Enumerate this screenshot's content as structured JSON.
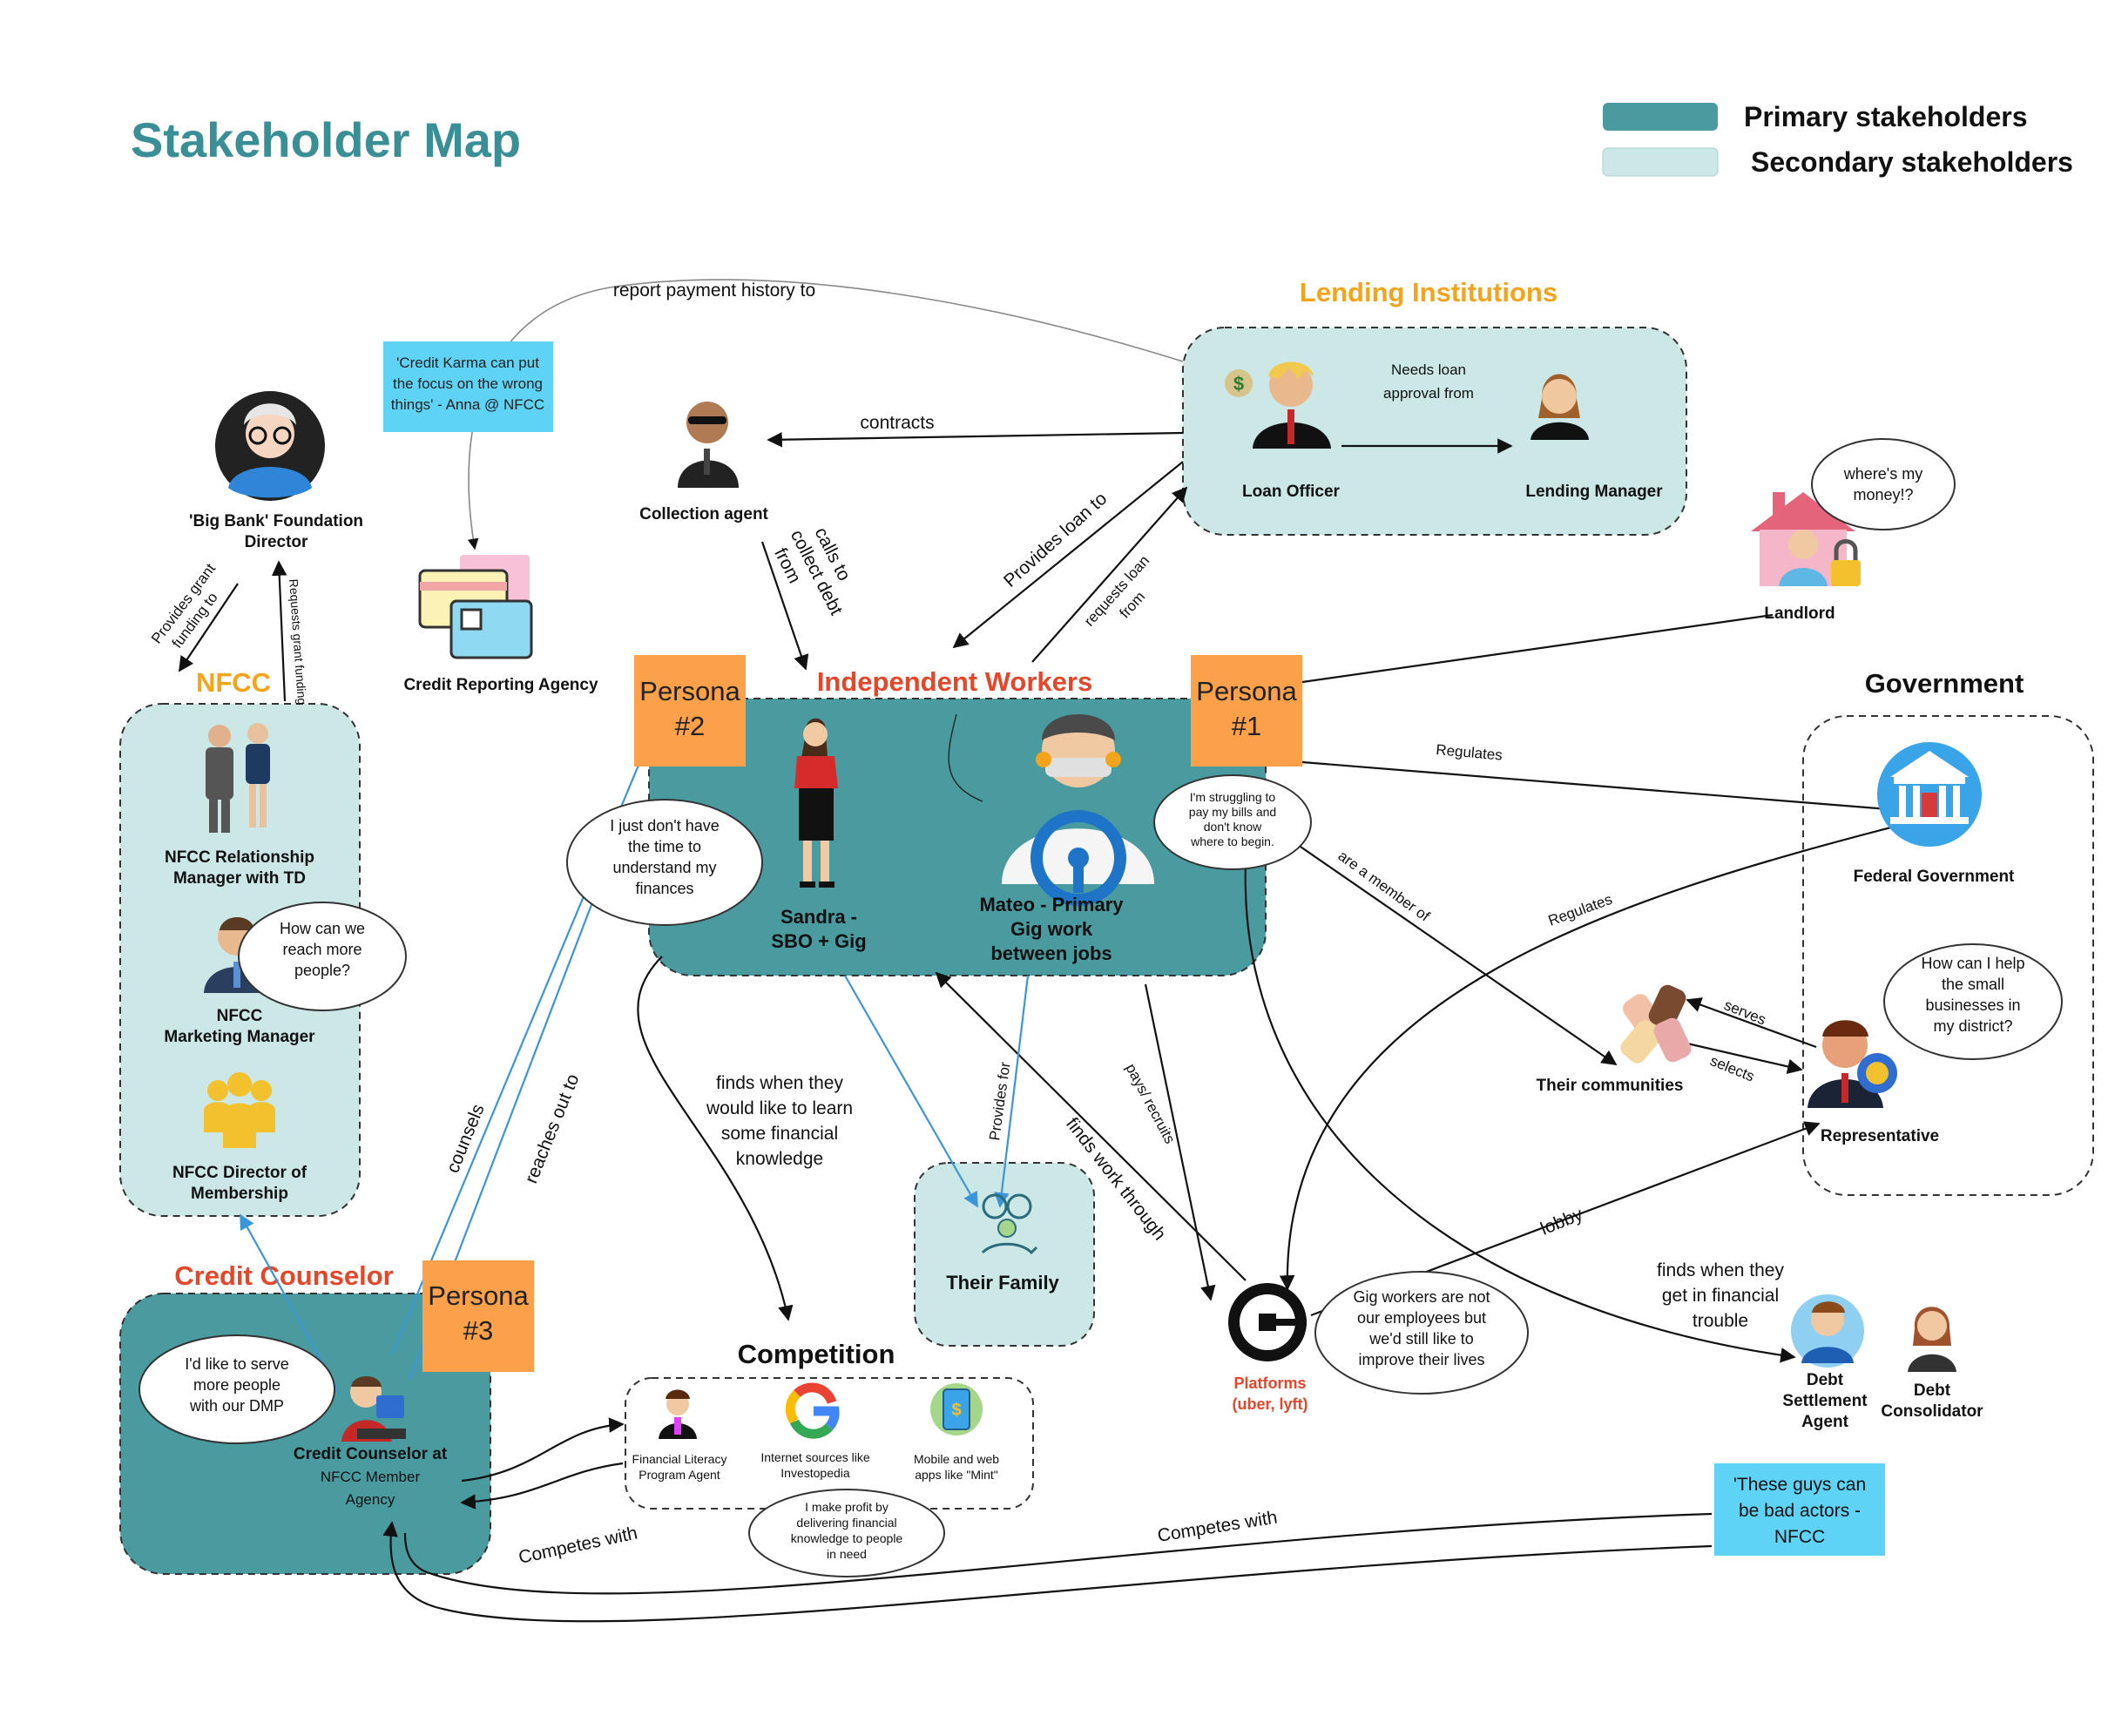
{
  "title": "Stakeholder Map",
  "legend": {
    "primary": {
      "label": "Primary stakeholders",
      "color": "#4a9ba0"
    },
    "secondary": {
      "label": "Secondary stakeholders",
      "color": "#cbe7e6"
    }
  },
  "groups": {
    "lending": "Lending Institutions",
    "workers": "Independent Workers",
    "government": "Government",
    "nfcc": "NFCC",
    "counselor": "Credit Counselor",
    "competition": "Competition"
  },
  "personas": {
    "p1": [
      "Persona",
      "#1"
    ],
    "p2": [
      "Persona",
      "#2"
    ],
    "p3": [
      "Persona",
      "#3"
    ]
  },
  "nodes": {
    "loan_officer": "Loan Officer",
    "lending_manager": "Lending Manager",
    "collection_agent": "Collection agent",
    "credit_reporting": "Credit Reporting Agency",
    "foundation_director": [
      "'Big Bank' Foundation",
      "Director"
    ],
    "nfcc_rel_mgr": [
      "NFCC Relationship",
      "Manager with TD"
    ],
    "nfcc_mkt_mgr": [
      "NFCC",
      "Marketing Manager"
    ],
    "nfcc_dir": [
      "NFCC Director of",
      "Membership"
    ],
    "sandra": [
      "Sandra -",
      "SBO + Gig"
    ],
    "mateo": [
      "Mateo - Primary",
      "Gig work",
      "between jobs"
    ],
    "landlord": "Landlord",
    "federal_gov": "Federal Government",
    "representative": "Representative",
    "communities": "Their communities",
    "family": "Their Family",
    "platforms": [
      "Platforms",
      "(uber, lyft)"
    ],
    "debt_agent": [
      "Debt",
      "Settlement",
      "Agent"
    ],
    "debt_consolidator": [
      "Debt",
      "Consolidator"
    ],
    "credit_counselor": [
      "Credit Counselor at",
      "NFCC Member",
      "Agency"
    ],
    "comp_fin_lit": [
      "Financial Literacy",
      "Program Agent"
    ],
    "comp_internet": [
      "Internet sources like",
      "Investopedia"
    ],
    "comp_mobile": [
      "Mobile and web",
      "apps like \"Mint\""
    ]
  },
  "edges": {
    "report_history": "report payment history to",
    "contracts": "contracts",
    "needs_approval": [
      "Needs loan",
      "approval from"
    ],
    "calls_collect": [
      "calls to",
      "collect debt",
      "from"
    ],
    "provides_loan": "Provides loan to",
    "requests_loan": [
      "requests loan",
      "from"
    ],
    "provides_grant": [
      "Provides grant",
      "funding to"
    ],
    "requests_grant": "Requests grant funding",
    "regulates1": "Regulates",
    "regulates2": "Regulates",
    "member_of": "are a member of",
    "serves": "serves",
    "selects": "selects",
    "lobby": "lobby",
    "finds_learn": [
      "finds when they",
      "would like to learn",
      "some financial",
      "knowledge"
    ],
    "provides_for": "Provides for",
    "pays_recruits": "pays/ recruits",
    "finds_work": "finds work through",
    "finds_trouble": [
      "finds when they",
      "get in financial",
      "trouble"
    ],
    "counsels": "counsels",
    "reaches_out": "reaches out to",
    "competes1": "Competes with",
    "competes2": "Competes with"
  },
  "clouds": {
    "nfcc_mkt": [
      "How can we",
      "reach more",
      "people?"
    ],
    "sandra": [
      "I just don't have",
      "the time to",
      "understand my",
      "finances"
    ],
    "mateo": [
      "I'm struggling to",
      "pay my bills and",
      "don't know",
      "where to begin."
    ],
    "landlord": [
      "where's my",
      "money!?"
    ],
    "representative": [
      "How can I help",
      "the small",
      "businesses in",
      "my district?"
    ],
    "platforms": [
      "Gig workers are not",
      "our employees but",
      "we'd still like to",
      "improve their lives"
    ],
    "counselor": [
      "I'd like to serve",
      "more people",
      "with our DMP"
    ],
    "competition": [
      "I make profit by",
      "delivering financial",
      "knowledge to people",
      "in need"
    ]
  },
  "notes": {
    "credit_karma": [
      "'Credit Karma can put",
      "the focus on the wrong",
      "things' - Anna @ NFCC"
    ],
    "bad_actors": [
      "'These guys can",
      "be bad actors -",
      "NFCC"
    ]
  },
  "colors": {
    "primary_fill": "#4a9ba0",
    "secondary_fill": "#cbe7e6",
    "persona_note": "#fca04a",
    "blue_note": "#5fd3f5",
    "accent_orange": "#f3a41b",
    "accent_red": "#e4462a"
  }
}
